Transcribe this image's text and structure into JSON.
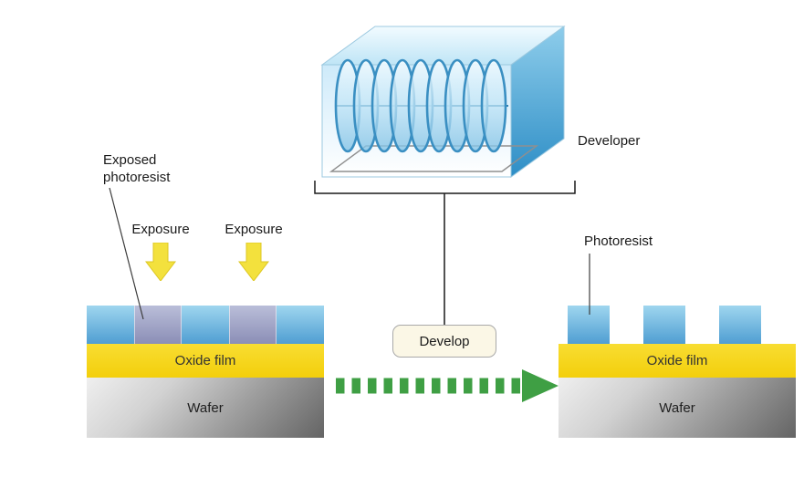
{
  "labels": {
    "developer": "Developer",
    "develop": "Develop",
    "exposed_photoresist_line1": "Exposed",
    "exposed_photoresist_line2": "photoresist",
    "exposure": "Exposure",
    "photoresist": "Photoresist"
  },
  "left_stack": {
    "oxide": "Oxide film",
    "wafer": "Wafer"
  },
  "right_stack": {
    "oxide": "Oxide film",
    "wafer": "Wafer"
  },
  "colors": {
    "arrow_green": "#3f9f44",
    "exposure_yellow": "#f3e13d",
    "oxide_yellow": "#f3cf0b",
    "photoresist_top": "#9fd6ef",
    "photoresist_bottom": "#4f9ed2",
    "exposed_top": "#babed9",
    "exposed_bottom": "#8b8eb6",
    "tank_blue": "#5fb3de"
  }
}
